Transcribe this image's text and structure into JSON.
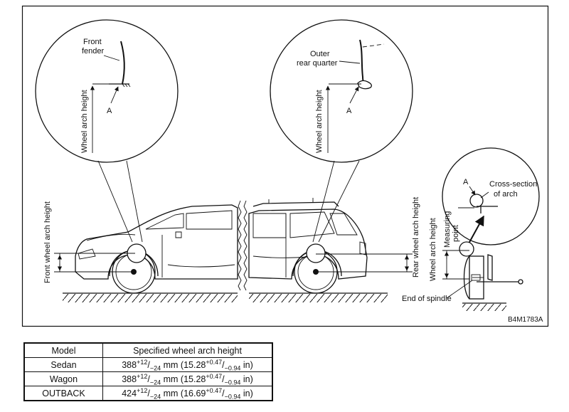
{
  "diagram": {
    "labels": {
      "front_fender": [
        "Front",
        "fender"
      ],
      "outer_rear_quarter": [
        "Outer",
        "rear quarter"
      ],
      "wheel_arch_height": "Wheel arch height",
      "point_a": "A",
      "front_wheel_arch_height": "Front wheel arch height",
      "rear_wheel_arch_height": "Rear wheel arch height",
      "cross_section_of_arch": [
        "Cross-section",
        "of arch"
      ],
      "measuring_point": [
        "Measuring",
        "point"
      ],
      "end_of_spindle": "End of spindle",
      "figure_code": "B4M1783A"
    }
  },
  "table": {
    "headers": [
      "Model",
      "Specified wheel arch height"
    ],
    "rows": [
      {
        "model": "Sedan",
        "base": "388",
        "tol_up": "+12",
        "tol_down": "−24",
        "unit": "mm",
        "in_base": "15.28",
        "in_up": "+0.47",
        "in_down": "−0.94",
        "in_unit": "in"
      },
      {
        "model": "Wagon",
        "base": "388",
        "tol_up": "+12",
        "tol_down": "−24",
        "unit": "mm",
        "in_base": "15.28",
        "in_up": "+0.47",
        "in_down": "−0.94",
        "in_unit": "in"
      },
      {
        "model": "OUTBACK",
        "base": "424",
        "tol_up": "+12",
        "tol_down": "−24",
        "unit": "mm",
        "in_base": "16.69",
        "in_up": "+0.47",
        "in_down": "−0.94",
        "in_unit": "in"
      }
    ]
  }
}
